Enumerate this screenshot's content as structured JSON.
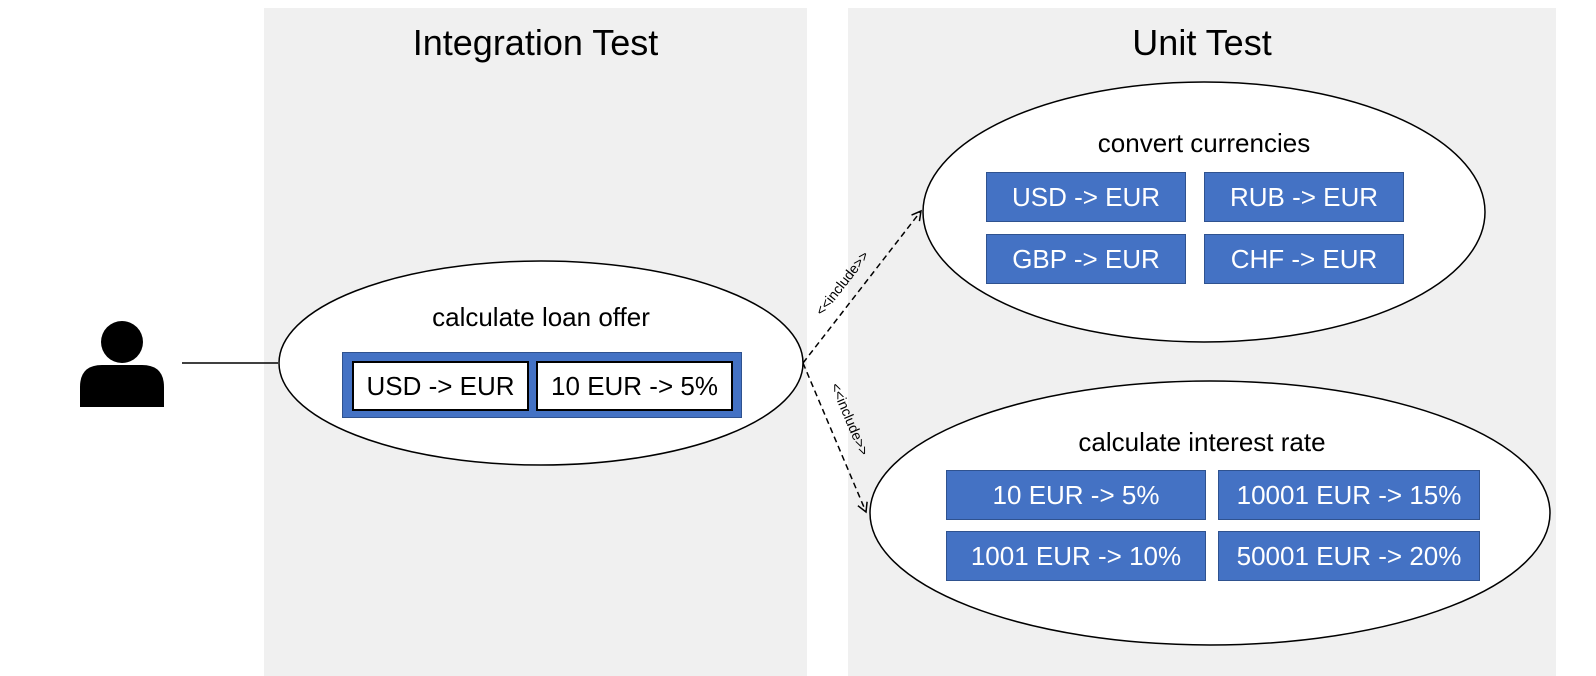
{
  "panels": {
    "integration": {
      "title": "Integration Test"
    },
    "unit": {
      "title": "Unit Test"
    }
  },
  "actor": {
    "icon": "user-icon"
  },
  "usecases": {
    "loan": {
      "title": "calculate loan offer",
      "cases": [
        "USD -> EUR",
        "10 EUR -> 5%"
      ]
    },
    "currencies": {
      "title": "convert currencies",
      "cases": [
        "USD -> EUR",
        "RUB -> EUR",
        "GBP -> EUR",
        "CHF -> EUR"
      ]
    },
    "interest": {
      "title": "calculate interest rate",
      "cases": [
        "10 EUR -> 5%",
        "10001 EUR -> 15%",
        "1001 EUR -> 10%",
        "50001 EUR -> 20%"
      ]
    }
  },
  "relations": {
    "include_top": "<<include>>",
    "include_bottom": "<<include>>"
  },
  "colors": {
    "panel_bg": "#f0f0f0",
    "case_fill": "#4472c4",
    "case_border": "#2f528f"
  }
}
